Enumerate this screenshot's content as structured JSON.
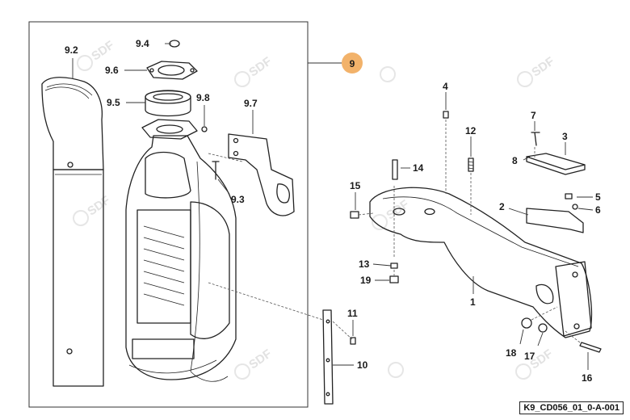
{
  "diagram": {
    "ref_code": "K9_CD056_01_0-A-001",
    "watermark_text": "SDF",
    "highlight_color": "#f2b26a",
    "callouts": {
      "assembly": "9",
      "c9_2": "9.2",
      "c9_4": "9.4",
      "c9_6": "9.6",
      "c9_5": "9.5",
      "c9_8": "9.8",
      "c9_7": "9.7",
      "c9_3": "9.3",
      "c4": "4",
      "c7": "7",
      "c12": "12",
      "c3": "3",
      "c8": "8",
      "c14": "14",
      "c15": "15",
      "c5": "5",
      "c2": "2",
      "c6": "6",
      "c13": "13",
      "c19": "19",
      "c1": "1",
      "c11": "11",
      "c10": "10",
      "c18": "18",
      "c17": "17",
      "c16": "16"
    }
  }
}
